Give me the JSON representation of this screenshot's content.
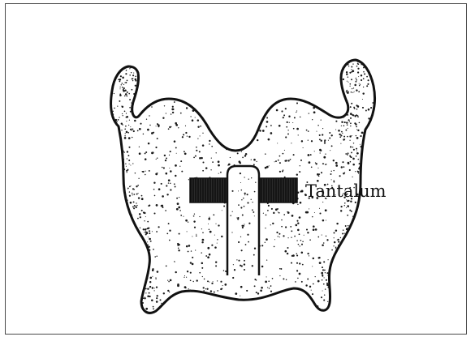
{
  "labels": {
    "implant": "Tantalum"
  },
  "colors": {
    "ink": "#111111",
    "paper": "#ffffff",
    "stipple": "#1a1a1a",
    "hatch": "#222222",
    "frame": "#4a4a4a"
  },
  "icons": {
    "thyroid_cartilage": "stippled-thyroid-cartilage-drawing",
    "implant_strip": "hatched-tantalum-strip"
  }
}
